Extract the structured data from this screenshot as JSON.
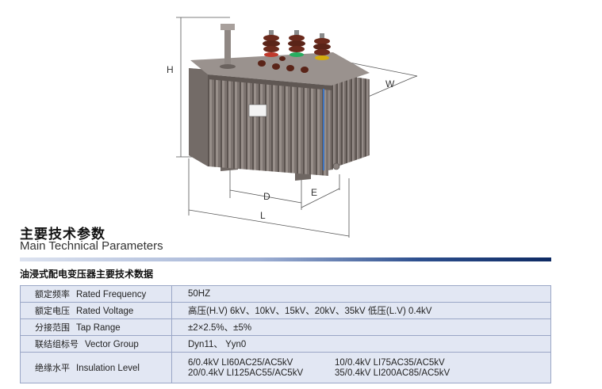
{
  "dimensions": {
    "height": "H",
    "width": "W",
    "depth": "D",
    "e": "E",
    "length": "L"
  },
  "section": {
    "title_cn": "主要技术参数",
    "title_en": "Main Technical Parameters",
    "table_caption": "油浸式配电变压器主要技术数据"
  },
  "rows": [
    {
      "label_cn": "额定频率",
      "label_en": "Rated Frequency",
      "value": "50HZ"
    },
    {
      "label_cn": "额定电压",
      "label_en": "Rated Voltage",
      "value": "高压(H.V) 6kV、10kV、15kV、20kV、35kV 低压(L.V) 0.4kV"
    },
    {
      "label_cn": "分接范围",
      "label_en": "Tap Range",
      "value": "±2×2.5%、±5%"
    },
    {
      "label_cn": "联结组标号",
      "label_en": "Vector Group",
      "value": "Dyn11、 Yyn0"
    },
    {
      "label_cn": "绝缘水平",
      "label_en": "Insulation Level",
      "values": [
        "6/0.4kV LI60AC25/AC5kV",
        "10/0.4kV LI75AC35/AC5kV",
        "20/0.4kV LI125AC55/AC5kV",
        "35/0.4kV LI200AC85/AC5kV"
      ]
    }
  ],
  "colors": {
    "tank": "#7e7570",
    "bushing": "#5a2418",
    "table_bg": "#e2e7f3",
    "table_border": "#9aa6c6",
    "accent": "#0e2a63"
  }
}
